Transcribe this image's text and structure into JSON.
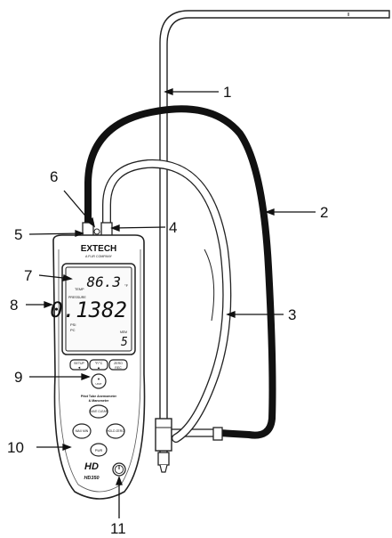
{
  "callouts": [
    {
      "id": "1",
      "label": "1"
    },
    {
      "id": "2",
      "label": "2"
    },
    {
      "id": "3",
      "label": "3"
    },
    {
      "id": "4",
      "label": "4"
    },
    {
      "id": "5",
      "label": "5"
    },
    {
      "id": "6",
      "label": "6"
    },
    {
      "id": "7",
      "label": "7"
    },
    {
      "id": "8",
      "label": "8"
    },
    {
      "id": "9",
      "label": "9"
    },
    {
      "id": "10",
      "label": "10"
    },
    {
      "id": "11",
      "label": "11"
    }
  ],
  "meter": {
    "brand": "EXTECH",
    "brand_sub": "A FLIR COMPANY",
    "lcd": {
      "top_value": "86.3",
      "top_unit": "°F",
      "temp_label": "TEMP",
      "pressure_label": "PRESSURE",
      "main_value": "0.1382",
      "unit_left": "PSI",
      "unit_left2": "PC",
      "avg_label": "MEM",
      "small_value": "5"
    },
    "row_buttons": [
      {
        "top": "SETUP",
        "glyph": "◄"
      },
      {
        "top": "°F/°C",
        "glyph": "▲"
      },
      {
        "top": "ZERO",
        "glyph": "REC"
      }
    ],
    "unit_button": "UNIT",
    "product_title_1": "Pitot Tube Anemometer",
    "product_title_2": "& Manometer",
    "save_button": "SAVE CLEAR",
    "maxmin_button": "MAX MIN",
    "holdzero_button": "HOLD ZERO",
    "power_button_label": "PWR",
    "logo_hd": "HD",
    "model": "HD350"
  }
}
